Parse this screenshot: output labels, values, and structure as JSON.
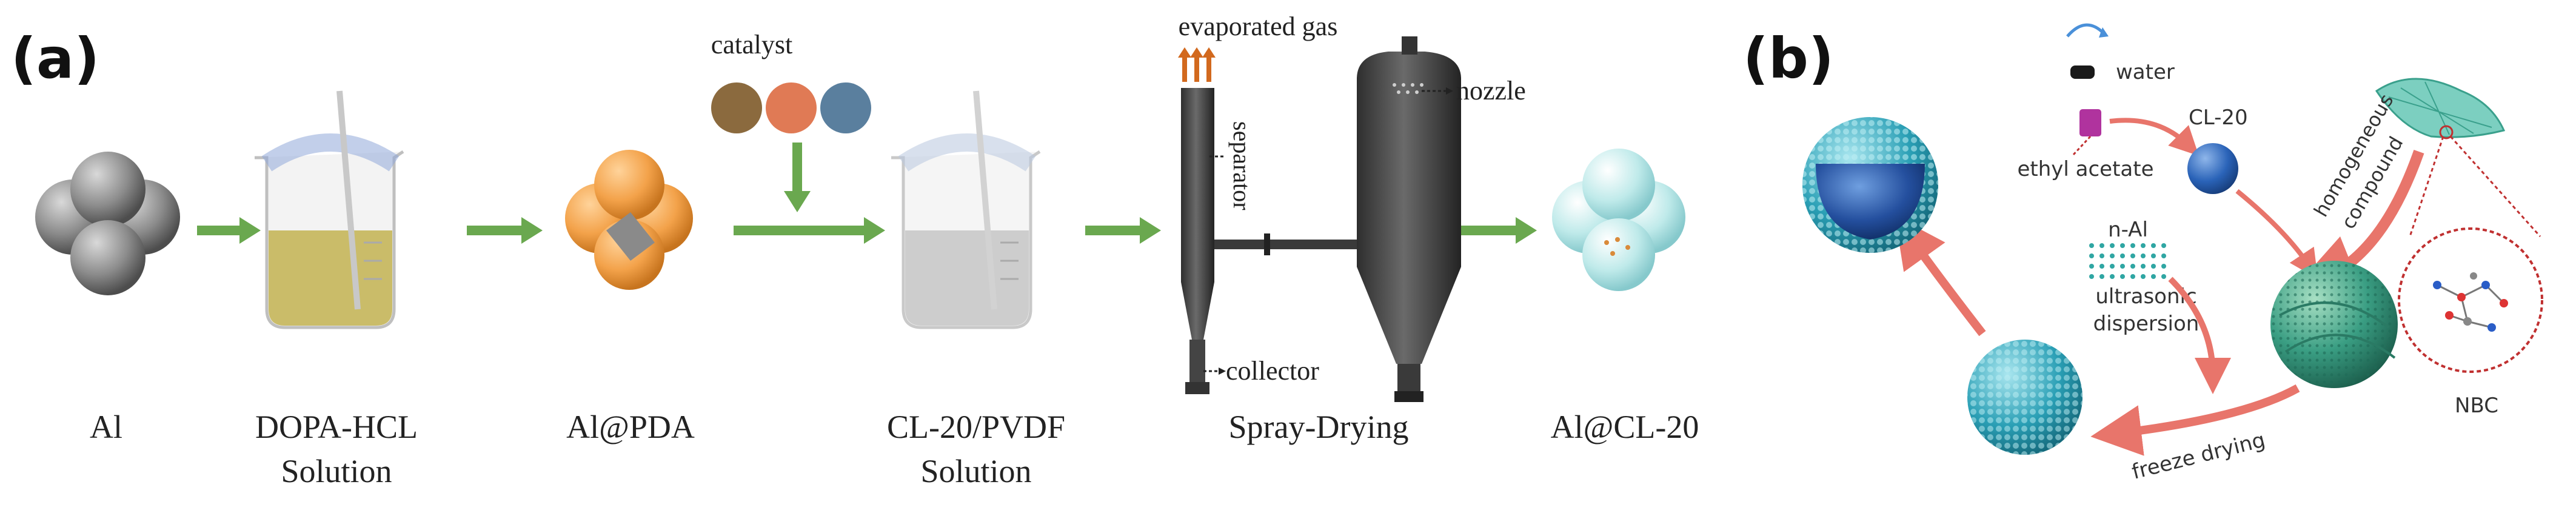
{
  "panel_a": {
    "label": "(a)",
    "steps": [
      "Al",
      "DOPA-HCL",
      "Solution",
      "Al@PDA",
      "CL-20/PVDF",
      "Solution",
      "Spray-Drying",
      "Al@CL-20"
    ],
    "catalyst": "catalyst",
    "evaporated_gas": "evaporated gas",
    "separator": "separator",
    "nozzle": "nozzle",
    "collector": "collector"
  },
  "panel_b": {
    "label": "(b)",
    "water": "water",
    "ethyl_acetate": "ethyl acetate",
    "cl20": "CL-20",
    "homogeneous_1": "homogeneous",
    "homogeneous_2": "compound",
    "nal": "n-Al",
    "ultrasonic_1": "ultrasonic",
    "ultrasonic_2": "dispersion",
    "freeze_drying": "freeze drying",
    "nbc": "NBC"
  },
  "colors": {
    "arrow_green": "#6aa84f",
    "gas_orange": "#d2691e",
    "cycle_red": "#e8756b",
    "teal": "#1f9fb0",
    "dark_green_sphere": "#2f8f7a"
  }
}
